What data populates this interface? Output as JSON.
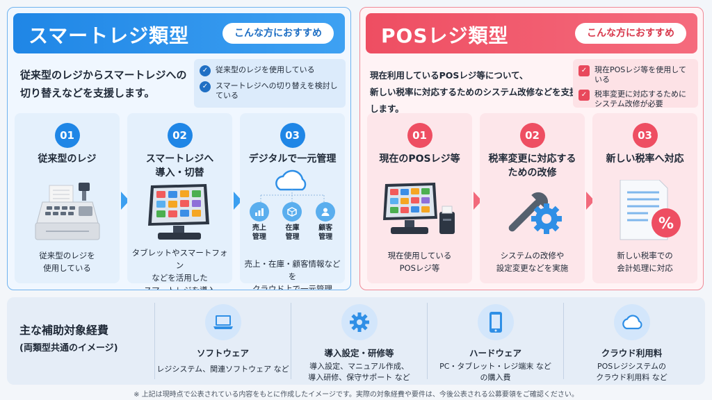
{
  "smart": {
    "title": "スマートレジ類型",
    "pill": "こんな方におすすめ",
    "desc_l1": "従来型のレジからスマートレジへの",
    "desc_l2": "切り替えなどを支援します。",
    "checks": [
      "従来型のレジを使用している",
      "スマートレジへの切り替えを検討している"
    ],
    "steps": [
      {
        "num": "01",
        "title_l1": "従来型のレジ",
        "title_l2": "",
        "desc_l1": "従来型のレジを",
        "desc_l2": "使用している",
        "desc_l3": ""
      },
      {
        "num": "02",
        "title_l1": "スマートレジへ",
        "title_l2": "導入・切替",
        "desc_l1": "タブレットやスマートフォン",
        "desc_l2": "などを活用した",
        "desc_l3": "スマートレジを導入"
      },
      {
        "num": "03",
        "title_l1": "デジタルで一元管理",
        "title_l2": "",
        "desc_l1": "売上・在庫・顧客情報などを",
        "desc_l2": "クラウド上で一元管理",
        "desc_l3": ""
      }
    ],
    "cloud_items": [
      {
        "l1": "売上",
        "l2": "管理"
      },
      {
        "l1": "在庫",
        "l2": "管理"
      },
      {
        "l1": "顧客",
        "l2": "管理"
      }
    ]
  },
  "pos": {
    "title": "POSレジ類型",
    "pill": "こんな方におすすめ",
    "desc_l1": "現在利用しているPOSレジ等について、",
    "desc_l2": "新しい税率に対応するためのシステム改修などを支援します。",
    "checks": [
      "現在POSレジ等を使用している",
      "税率変更に対応するために",
      "システム改修が必要"
    ],
    "steps": [
      {
        "num": "01",
        "title_l1": "現在のPOSレジ等",
        "title_l2": "",
        "desc_l1": "現在使用している",
        "desc_l2": "POSレジ等",
        "desc_l3": ""
      },
      {
        "num": "02",
        "title_l1": "税率変更に対応する",
        "title_l2": "ための改修",
        "desc_l1": "システムの改修や",
        "desc_l2": "設定変更などを実施",
        "desc_l3": ""
      },
      {
        "num": "03",
        "title_l1": "新しい税率へ対応",
        "title_l2": "",
        "desc_l1": "新しい税率での",
        "desc_l2": "会計処理に対応",
        "desc_l3": ""
      }
    ],
    "percent": "%"
  },
  "expenses": {
    "title": "主な補助対象経費",
    "subtitle": "(両類型共通のイメージ)",
    "items": [
      {
        "name": "ソフトウェア",
        "desc_l1": "レジシステム、関連ソフトウェア など",
        "desc_l2": ""
      },
      {
        "name": "導入設定・研修等",
        "desc_l1": "導入設定、マニュアル作成、",
        "desc_l2": "導入研修、保守サポート など"
      },
      {
        "name": "ハードウェア",
        "desc_l1": "PC・タブレット・レジ端末 など",
        "desc_l2": "の購入費"
      },
      {
        "name": "クラウド利用料",
        "desc_l1": "POSレジシステムの",
        "desc_l2": "クラウド利用料 など"
      }
    ]
  },
  "footnote": "※ 上記は現時点で公表されている内容をもとに作成したイメージです。実際の対象経費や要件は、今後公表される公募要領をご確認ください。",
  "colors": {
    "blue": "#1f86e6",
    "red": "#ee4e62",
    "check_blue": "#1f6fc4"
  },
  "icons": [
    "cash-register-icon",
    "tablet-pos-icon",
    "cloud-icon",
    "bar-chart-icon",
    "box-icon",
    "user-icon",
    "wrench-gear-icon",
    "document-percent-icon",
    "laptop-icon",
    "gear-icon",
    "smartphone-icon",
    "check-icon"
  ]
}
